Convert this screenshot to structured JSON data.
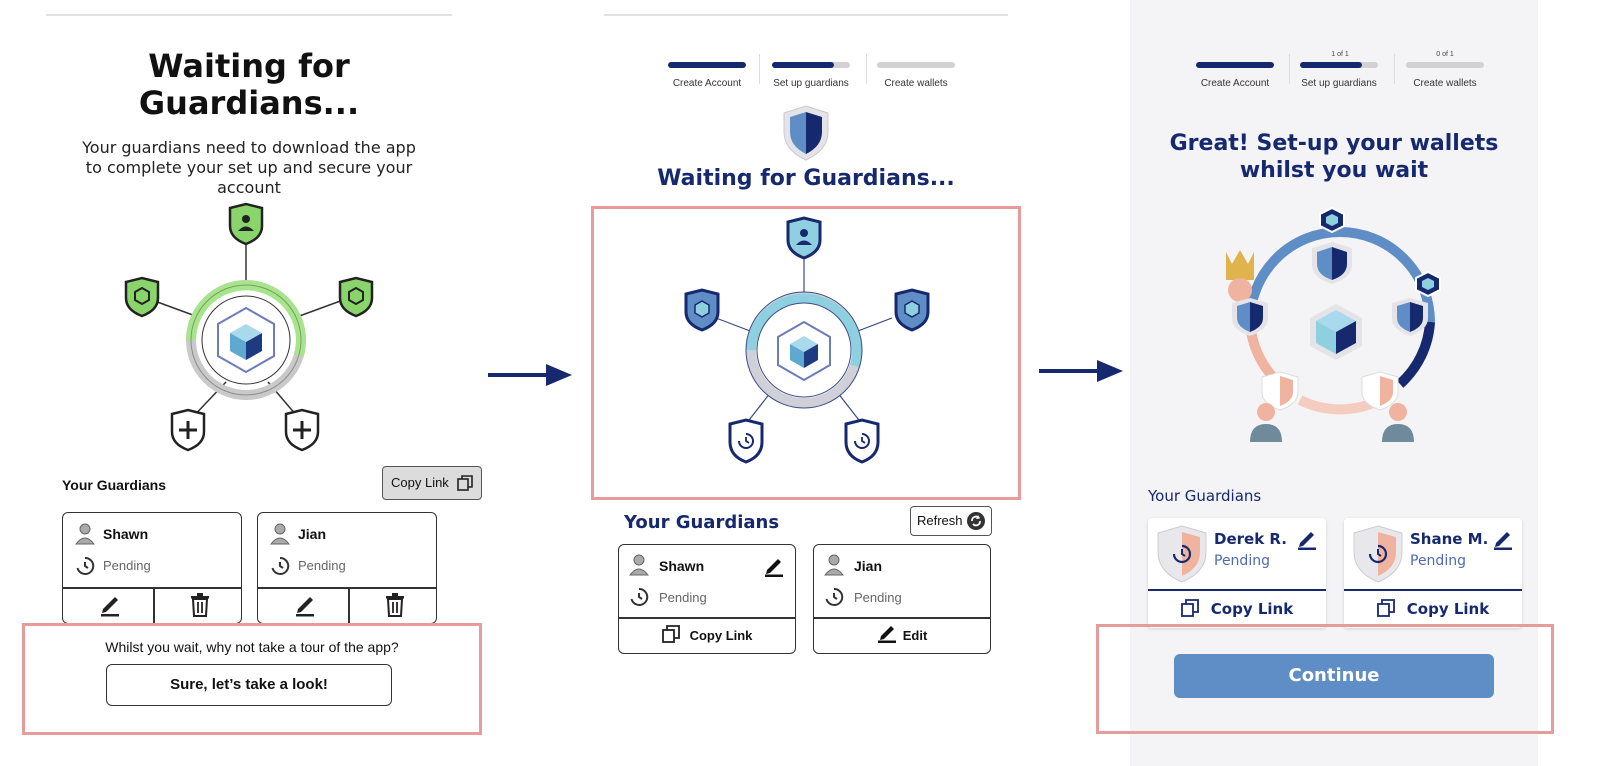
{
  "colors": {
    "navy": "#16296e",
    "guardian_green": "#8ad56b",
    "accent_teal": "#8fd0e0",
    "highlight": "#e59c9a",
    "continue_blue": "#5f8ec7"
  },
  "screen1": {
    "title": "Waiting for Guardians...",
    "subtitle": "Your guardians need to download the app to complete your set up and secure your account",
    "guardians_heading": "Your Guardians",
    "copy_link_label": "Copy Link",
    "guardians": [
      {
        "name": "Shawn",
        "status": "Pending"
      },
      {
        "name": "Jian",
        "status": "Pending"
      }
    ],
    "tour_prompt": "Whilst you wait, why not take a tour of the app?",
    "tour_button": "Sure, let’s take a look!"
  },
  "screen2": {
    "steps": [
      {
        "label": "Create Account",
        "progress": 1.0
      },
      {
        "label": "Set up guardians",
        "progress": 0.8
      },
      {
        "label": "Create wallets",
        "progress": 0.0
      }
    ],
    "title": "Waiting for Guardians...",
    "guardians_heading": "Your Guardians",
    "refresh_label": "Refresh",
    "guardians": [
      {
        "name": "Shawn",
        "status": "Pending",
        "action": "Copy Link"
      },
      {
        "name": "Jian",
        "status": "Pending",
        "action": "Edit"
      }
    ]
  },
  "screen3": {
    "steps": [
      {
        "label": "Create Account",
        "count": "",
        "progress": 1.0
      },
      {
        "label": "Set up guardians",
        "count": "1 of 1",
        "progress": 0.8
      },
      {
        "label": "Create wallets",
        "count": "0 of 1",
        "progress": 0.0
      }
    ],
    "title": "Great! Set-up your wallets whilst you wait",
    "guardians_heading": "Your Guardians",
    "guardians": [
      {
        "name": "Derek R.",
        "status": "Pending",
        "action": "Copy Link"
      },
      {
        "name": "Shane M.",
        "status": "Pending",
        "action": "Copy Link"
      }
    ],
    "continue_label": "Continue"
  }
}
